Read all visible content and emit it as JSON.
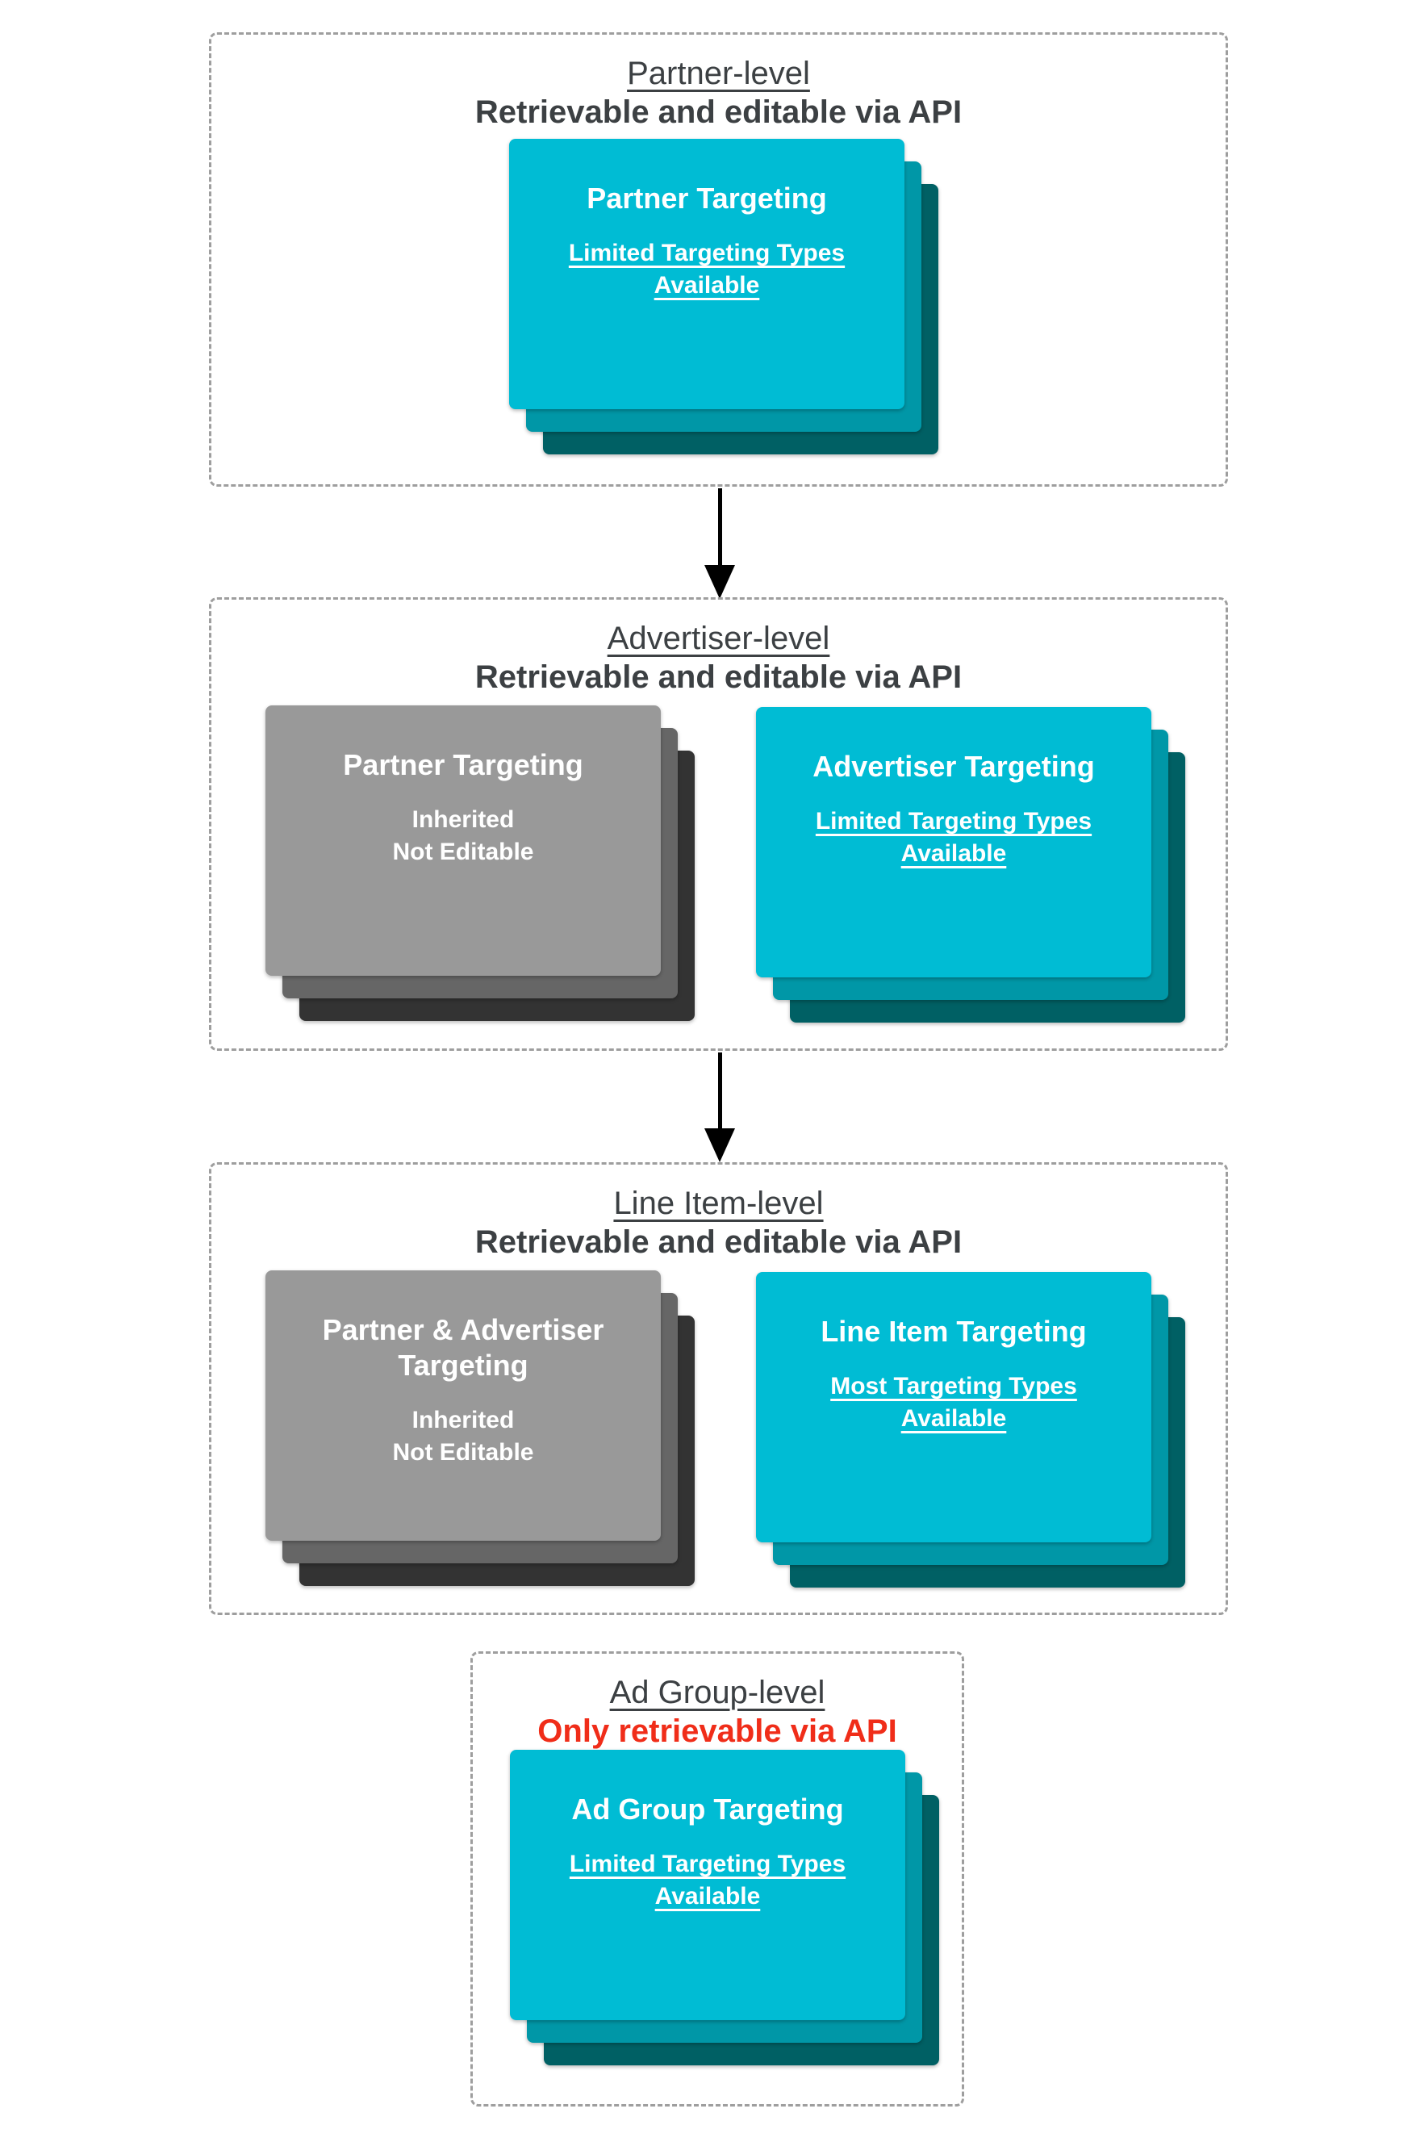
{
  "diagram": {
    "sections": [
      {
        "label": "Partner-level",
        "note": "Retrievable and editable via API",
        "cards": [
          {
            "title1": "Partner Targeting",
            "sub1": "Limited Targeting Types",
            "sub2": "Available"
          }
        ]
      },
      {
        "label": "Advertiser-level",
        "note": "Retrievable and editable via API",
        "cards": [
          {
            "title1": "Partner Targeting",
            "sub1": "Inherited",
            "sub2": "Not Editable"
          },
          {
            "title1": "Advertiser Targeting",
            "sub1": "Limited Targeting Types",
            "sub2": "Available"
          }
        ]
      },
      {
        "label": "Line Item-level",
        "note": "Retrievable and editable via API",
        "cards": [
          {
            "title1": "Partner & Advertiser",
            "title2": "Targeting",
            "sub1": "Inherited",
            "sub2": "Not Editable"
          },
          {
            "title1": "Line Item Targeting",
            "sub1": "Most Targeting Types",
            "sub2": "Available"
          }
        ]
      },
      {
        "label": "Ad Group-level",
        "note": "Only retrievable via API",
        "cards": [
          {
            "title1": "Ad Group Targeting",
            "sub1": "Limited Targeting Types",
            "sub2": "Available"
          }
        ]
      }
    ],
    "colors": {
      "teal_front": "#00bcd4",
      "teal_mid": "#0097a7",
      "teal_back": "#006064",
      "gray_front": "#999999",
      "gray_mid": "#666666",
      "gray_back": "#333333",
      "header_text": "#3c4043",
      "alert_text": "#f02d19",
      "dashed_border": "#9e9e9e",
      "arrow": "#000000"
    }
  }
}
